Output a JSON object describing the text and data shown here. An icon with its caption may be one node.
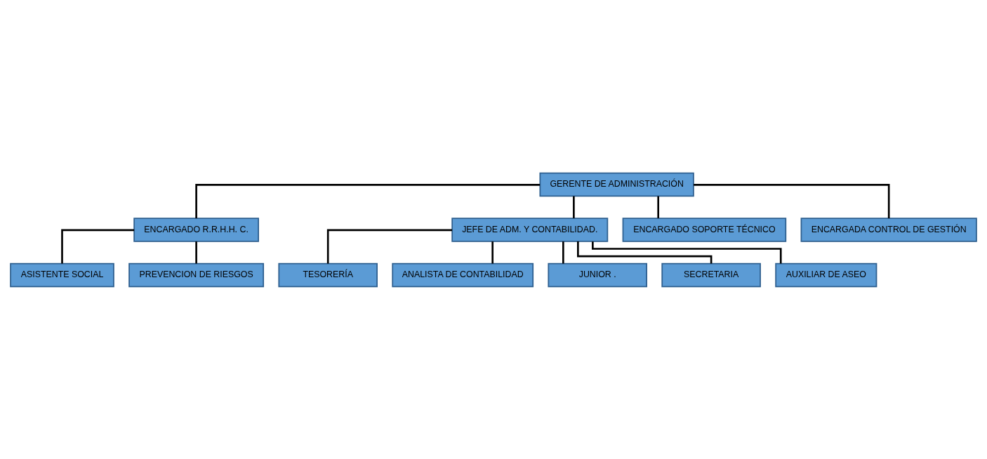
{
  "diagram": {
    "nodes": [
      {
        "text": [
          "GERENTE DE ADMINISTRACIÓN"
        ]
      },
      {
        "text": [
          "ENCARGADO R.R.H.H. C."
        ]
      },
      {
        "text": [
          "JEFE DE ADM. Y CONTABILIDAD."
        ]
      },
      {
        "text": [
          "ENCARGADO SOPORTE TÉCNICO"
        ]
      },
      {
        "text": [
          "ENCARGADA CONTROL DE GESTIÓN"
        ]
      },
      {
        "text": [
          "ASISTENTE SOCIAL"
        ]
      },
      {
        "text": [
          "PREVENCION DE RIESGOS"
        ]
      },
      {
        "text": [
          "TESORERÍA"
        ]
      },
      {
        "text": [
          "ANALISTA DE CONTABILIDAD"
        ]
      },
      {
        "text": [
          "JUNIOR ."
        ]
      },
      {
        "text": [
          "SECRETARIA"
        ]
      },
      {
        "text": [
          "AUXILIAR DE ASEO"
        ]
      }
    ],
    "edges": [
      {
        "from": 0,
        "to": 1,
        "arrow": "none"
      },
      {
        "from": 0,
        "to": 2,
        "arrow": "none"
      },
      {
        "from": 0,
        "to": 3,
        "arrow": "none"
      },
      {
        "from": 0,
        "to": 4,
        "arrow": "none"
      },
      {
        "from": 1,
        "to": 5,
        "arrow": "none"
      },
      {
        "from": 1,
        "to": 6,
        "arrow": "none"
      },
      {
        "from": 2,
        "to": 7,
        "arrow": "none"
      },
      {
        "from": 2,
        "to": 8,
        "arrow": "none"
      },
      {
        "from": 2,
        "to": 9,
        "arrow": "none"
      },
      {
        "from": 2,
        "to": 10,
        "arrow": "none"
      },
      {
        "from": 2,
        "to": 11,
        "arrow": "none"
      }
    ]
  }
}
